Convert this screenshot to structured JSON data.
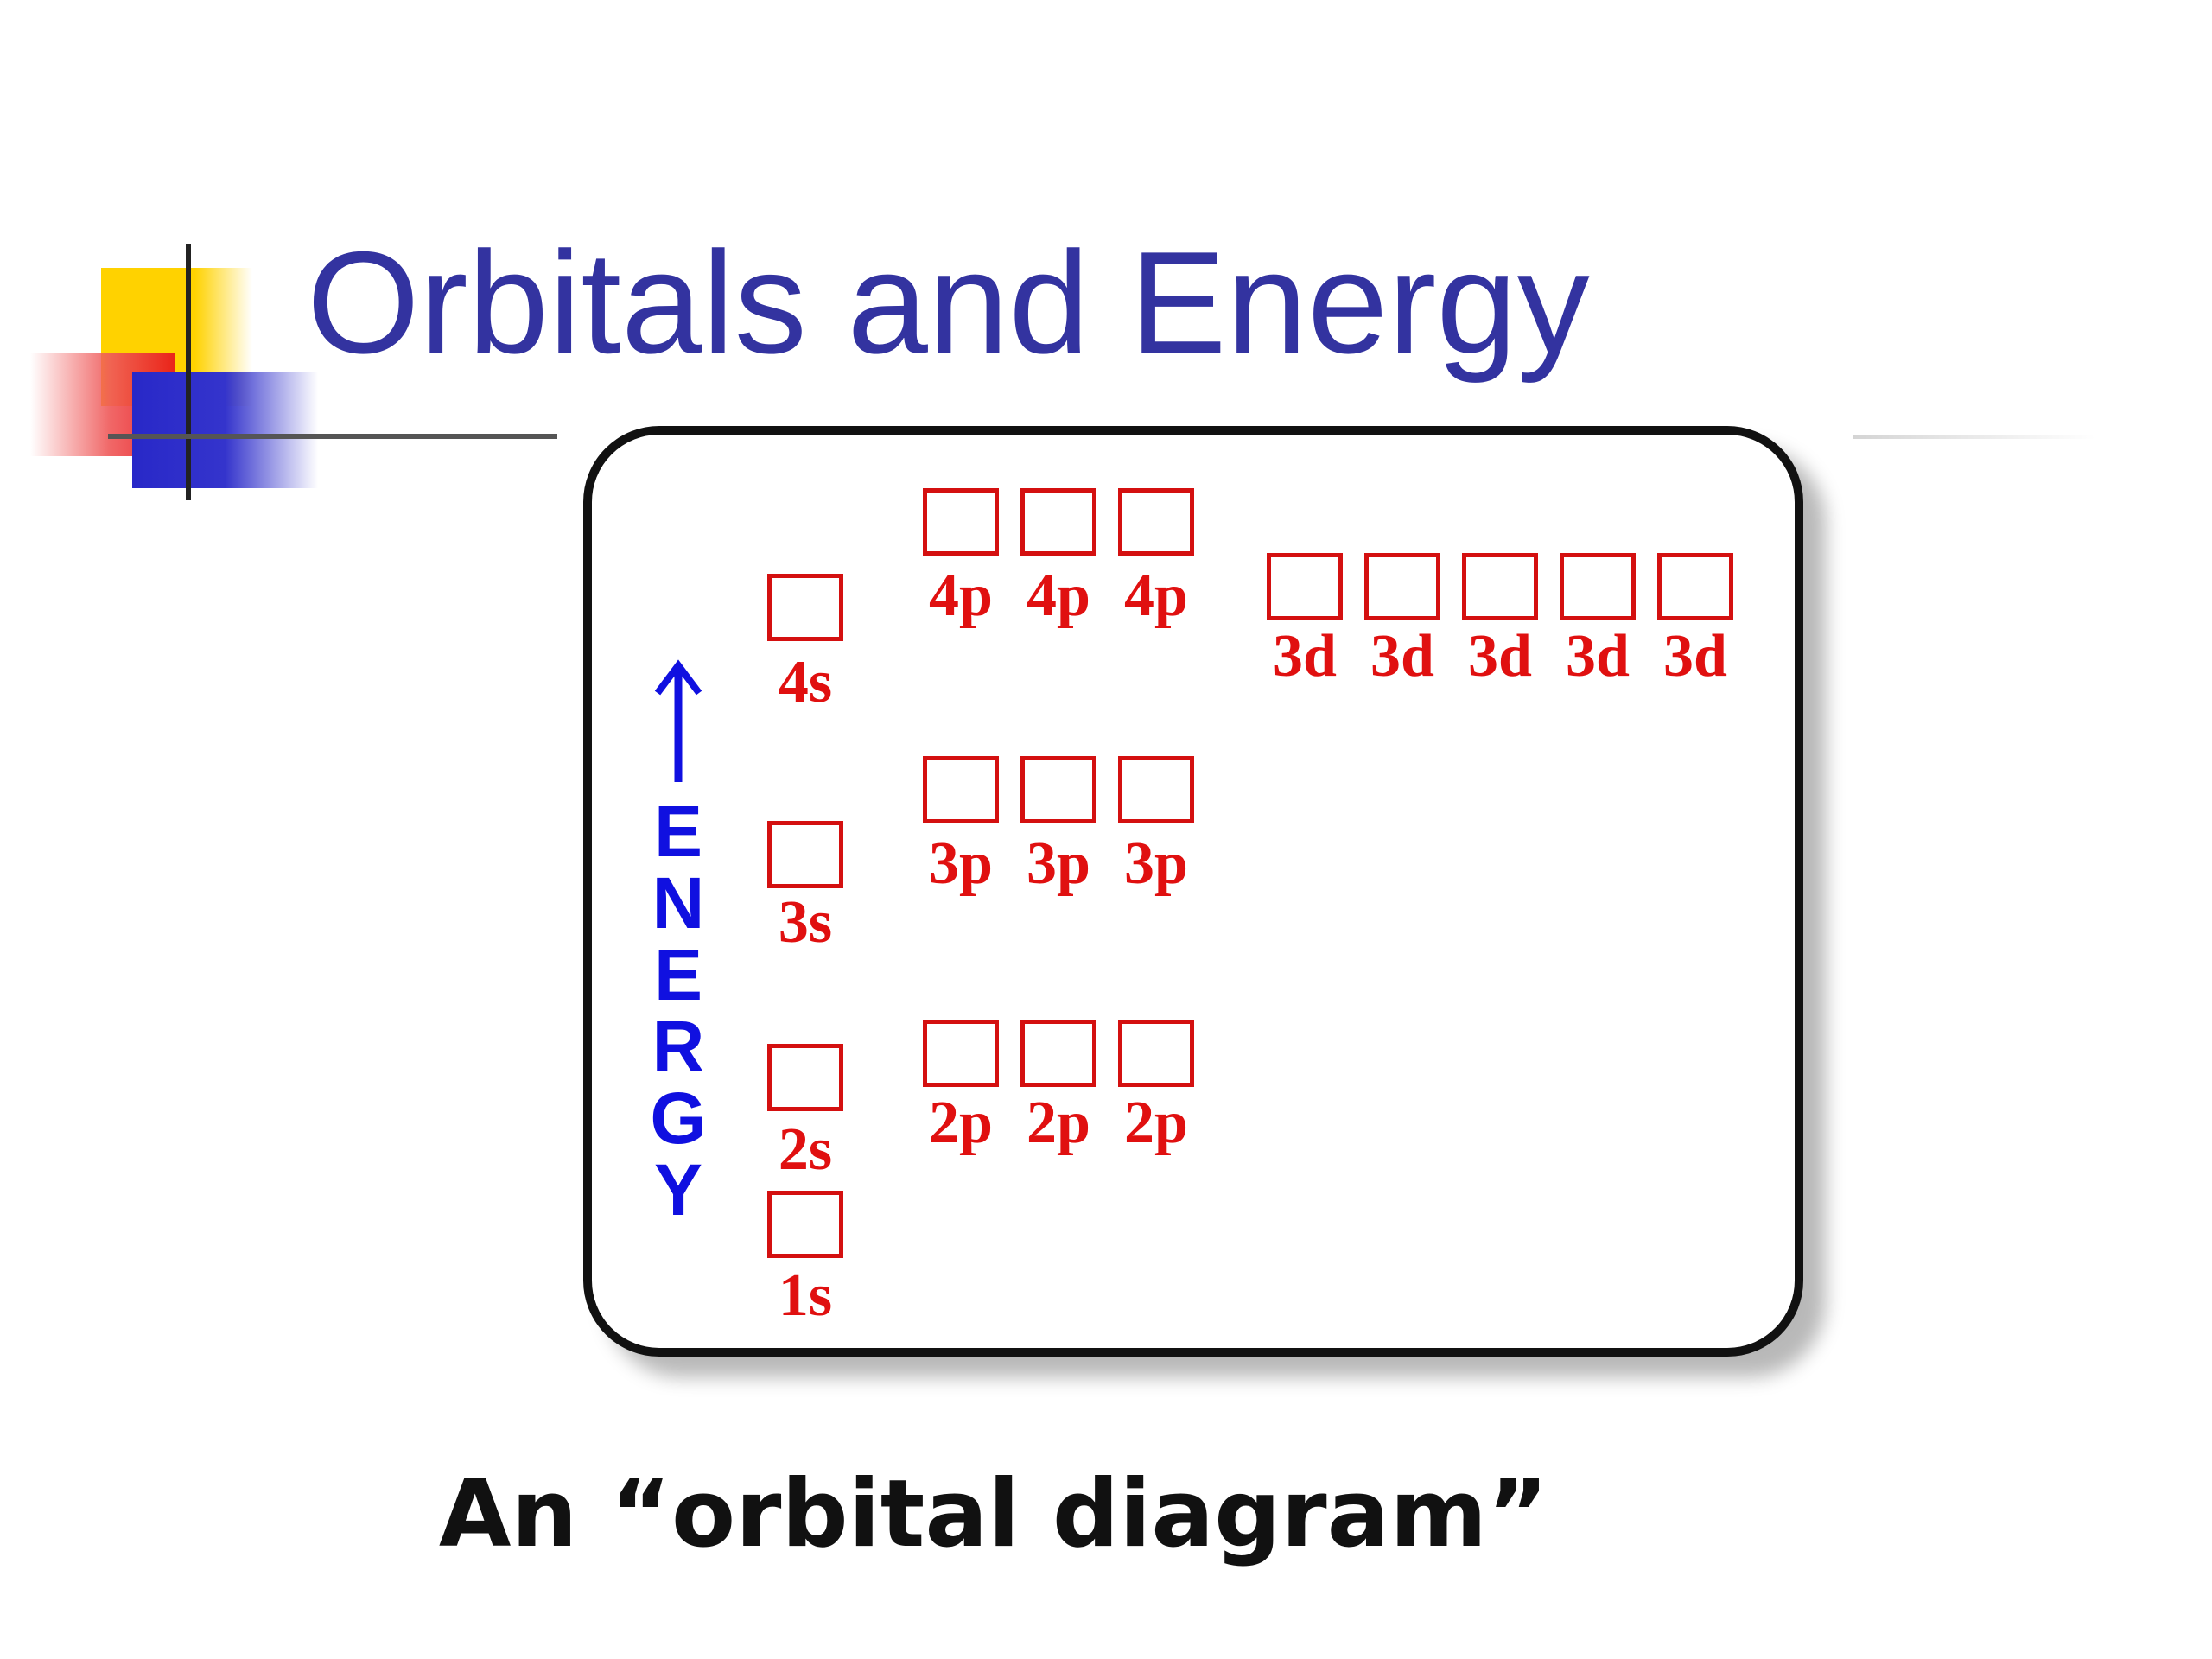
{
  "slide": {
    "title": "Orbitals and Energy",
    "caption": "An “orbital diagram”"
  },
  "diagram": {
    "axis_label": "ENERGY",
    "axis_letters": [
      "E",
      "N",
      "E",
      "R",
      "G",
      "Y"
    ],
    "arrow_icon": "up-arrow-icon",
    "label_color": "#e01010",
    "box_color": "#d41010",
    "axis_color": "#1010e0",
    "orbitals": {
      "s": [
        "1s",
        "2s",
        "3s",
        "4s"
      ],
      "p2": [
        "2p",
        "2p",
        "2p"
      ],
      "p3": [
        "3p",
        "3p",
        "3p"
      ],
      "p4": [
        "4p",
        "4p",
        "4p"
      ],
      "d3": [
        "3d",
        "3d",
        "3d",
        "3d",
        "3d"
      ]
    }
  }
}
